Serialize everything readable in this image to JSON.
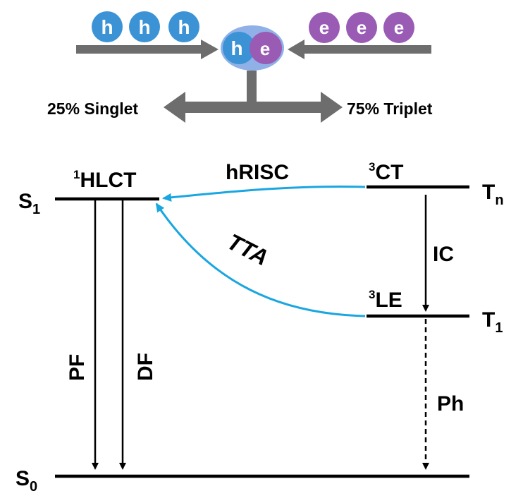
{
  "particles": {
    "hole_label": "h",
    "electron_label": "e",
    "hole_color": "#3b93d6",
    "electron_color": "#9a5bb5",
    "exciton_color": "#8fb1e8",
    "arrow_color": "#6d6d6d"
  },
  "spin_stats": {
    "singlet": "25% Singlet",
    "triplet": "75% Triplet"
  },
  "states": {
    "s1": {
      "main": "S",
      "sub": "1"
    },
    "s0": {
      "main": "S",
      "sub": "0"
    },
    "tn": {
      "main": "T",
      "sub": "n"
    },
    "t1": {
      "main": "T",
      "sub": "1"
    },
    "hlct": {
      "sup": "1",
      "main": "HLCT"
    },
    "ct": {
      "sup": "3",
      "main": "CT"
    },
    "le": {
      "sup": "3",
      "main": "LE"
    }
  },
  "processes": {
    "hrisc": "hRISC",
    "tta": "TTA",
    "ic": "IC",
    "pf": "PF",
    "df": "DF",
    "ph": "Ph"
  },
  "colors": {
    "transfer_arrow": "#1aa6e0",
    "level": "#000000"
  }
}
